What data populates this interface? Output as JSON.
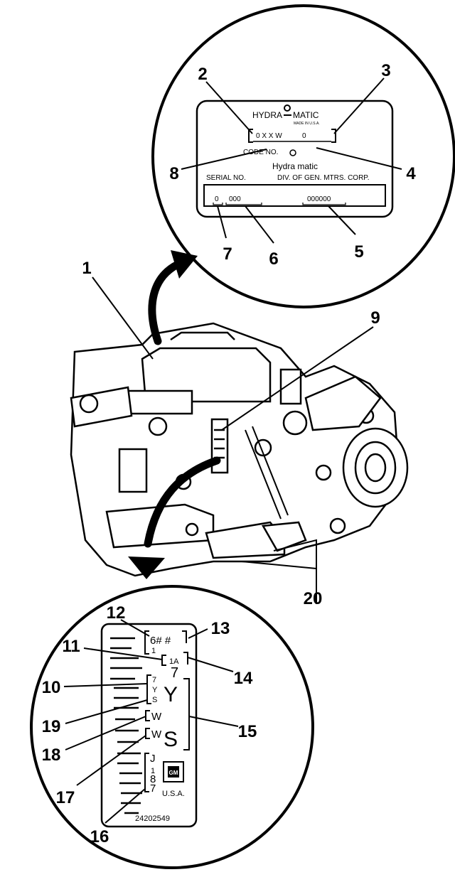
{
  "callouts": [
    "1",
    "2",
    "3",
    "4",
    "5",
    "6",
    "7",
    "8",
    "9",
    "10",
    "11",
    "12",
    "13",
    "14",
    "15",
    "16",
    "17",
    "18",
    "19",
    "20"
  ],
  "nameplate": {
    "brand_left": "HYDRA",
    "brand_right": "MATIC",
    "made_in": "MADE IN U.S.A.",
    "model_code": "0 X X W",
    "model_code_suffix": "0",
    "code_no_label": "CODE NO.",
    "hydra_matic": "Hydra matic",
    "serial_no_label": "SERIAL NO.",
    "div_label": "DIV. OF GEN. MTRS. CORP.",
    "serial_prefix": "0",
    "serial_mid": "000",
    "serial_number": "000000"
  },
  "tag": {
    "row1": "6# #",
    "row1_small": "1",
    "row2": "1A",
    "digit_7": "7",
    "letter_y_big": "Y",
    "col_7": "7",
    "col_y": "Y",
    "col_s": "S",
    "w_upper": "W",
    "w_lower": "W",
    "letter_s_big": "S",
    "j": "J",
    "one": "1",
    "eight": "8",
    "seven": "7",
    "gm_logo": "GM",
    "usa": "U.S.A.",
    "part_number": "24202549"
  }
}
